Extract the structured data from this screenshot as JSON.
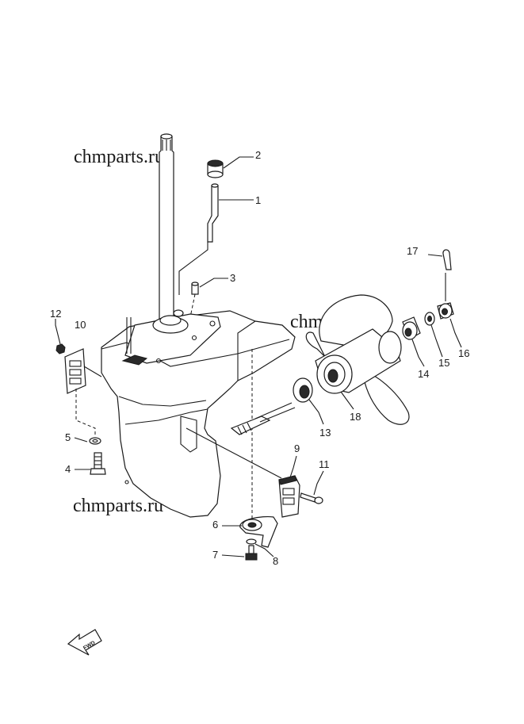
{
  "watermarks": [
    "chmparts.ru",
    "chmparts.ru",
    "chmparts.ru"
  ],
  "callouts": [
    "1",
    "2",
    "3",
    "4",
    "5",
    "6",
    "7",
    "8",
    "9",
    "10",
    "11",
    "12",
    "13",
    "14",
    "15",
    "16",
    "17",
    "18"
  ],
  "fwd_label": "FWD",
  "colors": {
    "ink": "#1a1a1a",
    "background": "#ffffff"
  }
}
